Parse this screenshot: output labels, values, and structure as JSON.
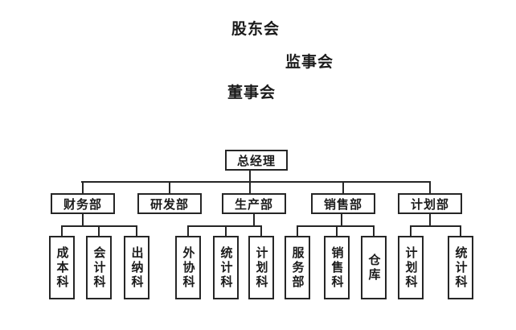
{
  "headings": {
    "shareholders": "股东会",
    "supervisors": "监事会",
    "directors": "董事会"
  },
  "org": {
    "root": "总经理",
    "departments": [
      {
        "label": "财务部",
        "children": [
          "成本科",
          "会计科",
          "出纳科"
        ]
      },
      {
        "label": "研发部",
        "children": []
      },
      {
        "label": "生产部",
        "children": [
          "外协科",
          "统计科",
          "计划科"
        ]
      },
      {
        "label": "销售部",
        "children": [
          "服务部",
          "销售科",
          "仓库"
        ]
      },
      {
        "label": "计划部",
        "children": [
          "计划科",
          "统计科"
        ]
      }
    ]
  },
  "colors": {
    "line": "#262626",
    "text": "#1b1b1b",
    "background": "#ffffff"
  }
}
